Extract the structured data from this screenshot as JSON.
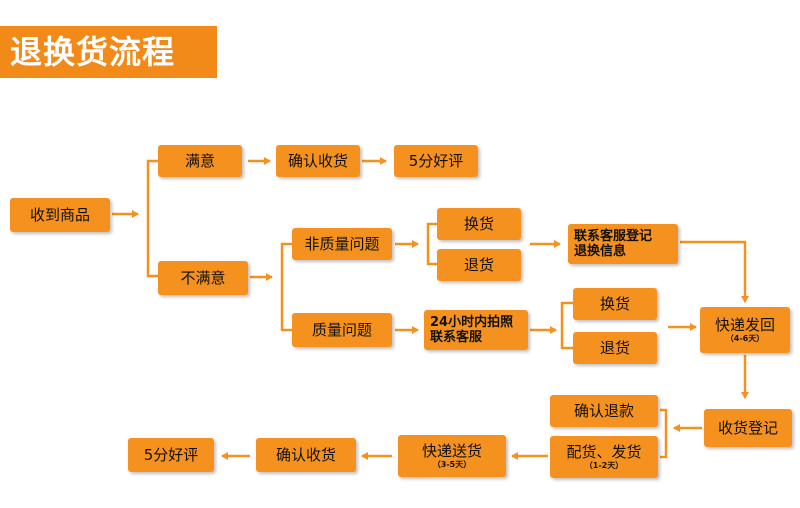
{
  "title": "退换货流程",
  "nodes": {
    "received": "收到商品",
    "satisfied": "满意",
    "confirm_receipt_top": "确认收货",
    "five_star_top": "5分好评",
    "unsatisfied": "不满意",
    "non_quality_issue": "非质量问题",
    "exchange_1": "换货",
    "return_1": "退货",
    "contact_service_line1": "联系客服登记",
    "contact_service_line2": "退换信息",
    "quality_issue": "质量问题",
    "photo_line1": "24小时内拍照",
    "photo_line2": "联系客服",
    "exchange_2": "换货",
    "return_2": "退货",
    "express_return": "快递发回",
    "express_return_days": "（4-6天）",
    "receipt_registration": "收货登记",
    "confirm_refund": "确认退款",
    "pack_ship": "配货、发货",
    "pack_ship_days": "（1-2天）",
    "express_send": "快递送货",
    "express_send_days": "（3-5天）",
    "confirm_receipt_bottom": "确认收货",
    "five_star_bottom": "5分好评"
  },
  "colors": {
    "box": "#f5911f",
    "title_bg": "#f28a1a",
    "line": "#f5911f"
  }
}
